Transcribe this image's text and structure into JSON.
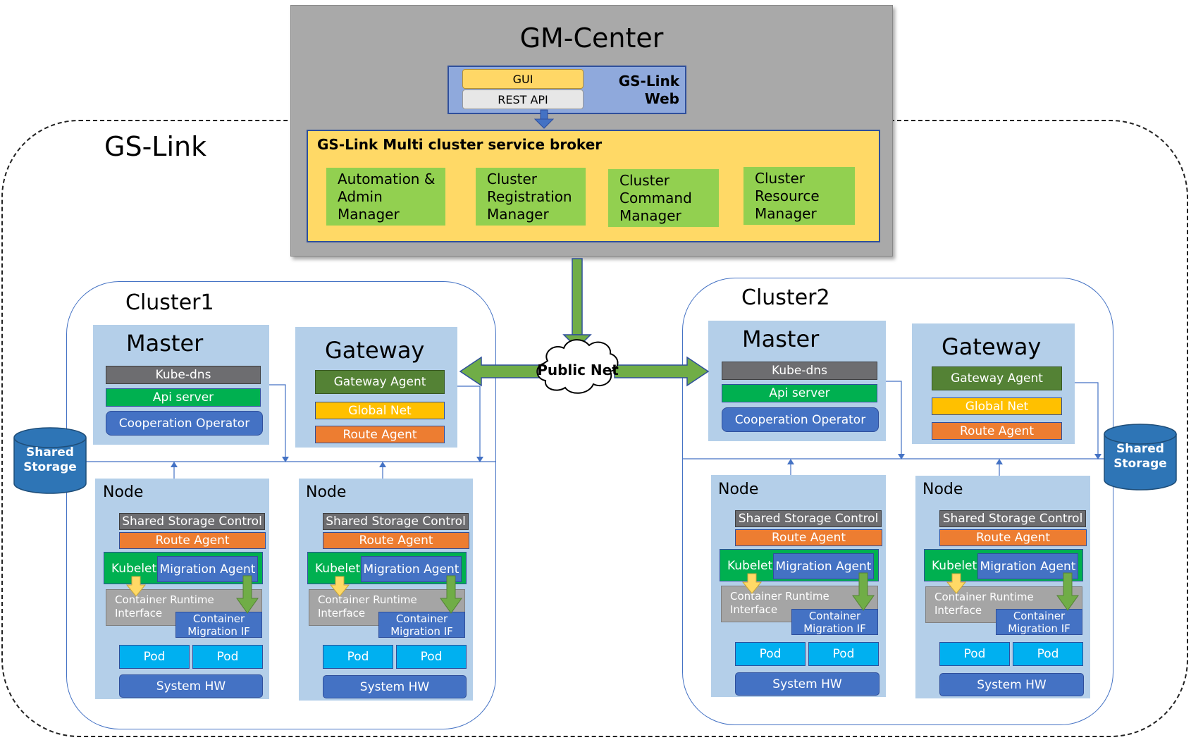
{
  "gslink": {
    "title": "GS-Link"
  },
  "gm_center": {
    "title": "GM-Center",
    "web": {
      "gui": "GUI",
      "rest_api": "REST API",
      "label": "GS-Link\nWeb"
    },
    "broker": {
      "title": "GS-Link Multi cluster service broker",
      "managers": [
        "Automation &\nAdmin\nManager",
        "Cluster\nRegistration\nManager",
        "Cluster\nCommand\nManager",
        "Cluster\nResource\nManager"
      ]
    }
  },
  "public_net": "Public Net",
  "clusters": [
    {
      "title": "Cluster1",
      "master": {
        "title": "Master",
        "kube_dns": "Kube-dns",
        "api_server": "Api server",
        "cooperation_operator": "Cooperation Operator"
      },
      "gateway": {
        "title": "Gateway",
        "gateway_agent": "Gateway Agent",
        "global_net": "Global Net",
        "route_agent": "Route Agent"
      },
      "storage": "Shared\nStorage",
      "nodes": [
        {
          "title": "Node",
          "shared_storage_control": "Shared Storage Control",
          "route_agent": "Route Agent",
          "kubelet": "Kubelet",
          "migration_agent": "Migration Agent",
          "cri": "Container Runtime\nInterface",
          "cmif": "Container\nMigration IF",
          "pods": [
            "Pod",
            "Pod"
          ],
          "system_hw": "System HW"
        },
        {
          "title": "Node",
          "shared_storage_control": "Shared Storage Control",
          "route_agent": "Route Agent",
          "kubelet": "Kubelet",
          "migration_agent": "Migration Agent",
          "cri": "Container Runtime\nInterface",
          "cmif": "Container\nMigration IF",
          "pods": [
            "Pod",
            "Pod"
          ],
          "system_hw": "System HW"
        }
      ]
    },
    {
      "title": "Cluster2",
      "master": {
        "title": "Master",
        "kube_dns": "Kube-dns",
        "api_server": "Api server",
        "cooperation_operator": "Cooperation Operator"
      },
      "gateway": {
        "title": "Gateway",
        "gateway_agent": "Gateway Agent",
        "global_net": "Global Net",
        "route_agent": "Route Agent"
      },
      "storage": "Shared\nStorage",
      "nodes": [
        {
          "title": "Node",
          "shared_storage_control": "Shared Storage Control",
          "route_agent": "Route Agent",
          "kubelet": "Kubelet",
          "migration_agent": "Migration Agent",
          "cri": "Container Runtime\nInterface",
          "cmif": "Container\nMigration IF",
          "pods": [
            "Pod",
            "Pod"
          ],
          "system_hw": "System HW"
        },
        {
          "title": "Node",
          "shared_storage_control": "Shared Storage Control",
          "route_agent": "Route Agent",
          "kubelet": "Kubelet",
          "migration_agent": "Migration Agent",
          "cri": "Container Runtime\nInterface",
          "cmif": "Container\nMigration IF",
          "pods": [
            "Pod",
            "Pod"
          ],
          "system_hw": "System HW"
        }
      ]
    }
  ]
}
